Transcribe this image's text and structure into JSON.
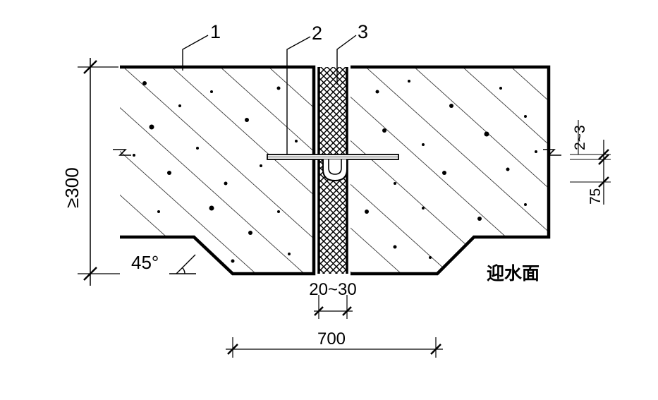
{
  "callouts": {
    "c1": "1",
    "c2": "2",
    "c3": "3"
  },
  "dimensions": {
    "height_min": "≥300",
    "joint_width": "20~30",
    "total_width": "700",
    "small_gap": "2~3",
    "offset": "75"
  },
  "angle": "45°",
  "water_side": "迎水面",
  "colors": {
    "ink": "#000000",
    "paper": "#ffffff"
  }
}
